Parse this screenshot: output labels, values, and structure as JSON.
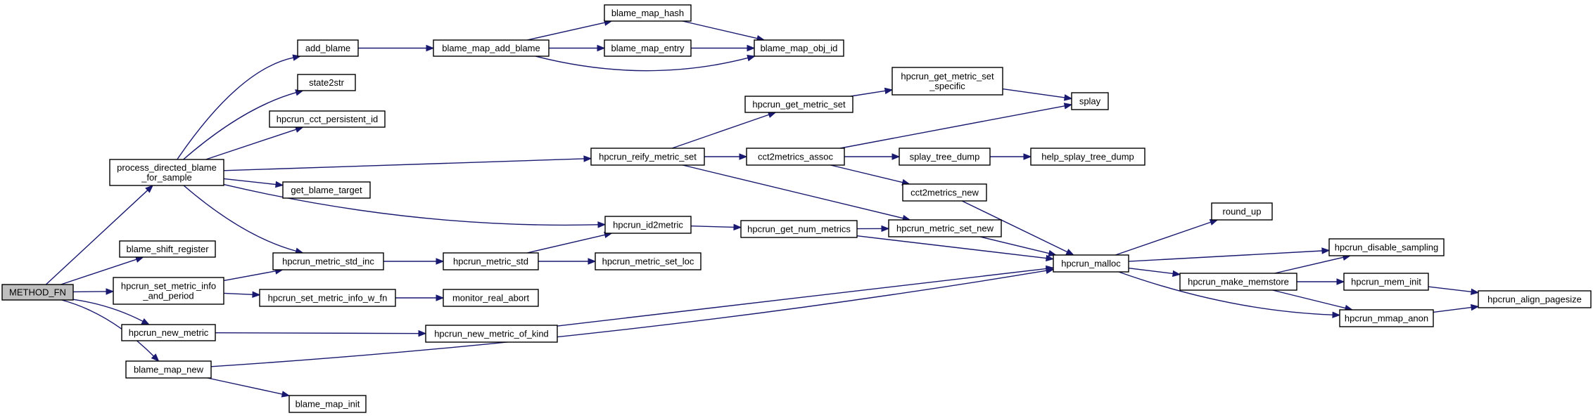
{
  "colors": {
    "edge": "#191970",
    "root_fill": "#bfbfbf",
    "node_fill": "#ffffff",
    "border": "#000000"
  },
  "nodes": [
    {
      "id": "root",
      "lines": [
        "METHOD_FN"
      ]
    },
    {
      "id": "pdbfs",
      "lines": [
        "process_directed_blame",
        "_for_sample"
      ]
    },
    {
      "id": "bsr",
      "lines": [
        "blame_shift_register"
      ]
    },
    {
      "id": "hsmip",
      "lines": [
        "hpcrun_set_metric_info",
        "_and_period"
      ]
    },
    {
      "id": "hnm",
      "lines": [
        "hpcrun_new_metric"
      ]
    },
    {
      "id": "bmn",
      "lines": [
        "blame_map_new"
      ]
    },
    {
      "id": "ab",
      "lines": [
        "add_blame"
      ]
    },
    {
      "id": "s2s",
      "lines": [
        "state2str"
      ]
    },
    {
      "id": "hccpi",
      "lines": [
        "hpcrun_cct_persistent_id"
      ]
    },
    {
      "id": "gbt",
      "lines": [
        "get_blame_target"
      ]
    },
    {
      "id": "hmsi",
      "lines": [
        "hpcrun_metric_std_inc"
      ]
    },
    {
      "id": "hsmiwf",
      "lines": [
        "hpcrun_set_metric_info_w_fn"
      ]
    },
    {
      "id": "bmi",
      "lines": [
        "blame_map_init"
      ]
    },
    {
      "id": "bmab",
      "lines": [
        "blame_map_add_blame"
      ]
    },
    {
      "id": "bmh",
      "lines": [
        "blame_map_hash"
      ]
    },
    {
      "id": "bme",
      "lines": [
        "blame_map_entry"
      ]
    },
    {
      "id": "bmoi",
      "lines": [
        "blame_map_obj_id"
      ]
    },
    {
      "id": "hrms",
      "lines": [
        "hpcrun_reify_metric_set"
      ]
    },
    {
      "id": "hid2",
      "lines": [
        "hpcrun_id2metric"
      ]
    },
    {
      "id": "hms",
      "lines": [
        "hpcrun_metric_std"
      ]
    },
    {
      "id": "mra",
      "lines": [
        "monitor_real_abort"
      ]
    },
    {
      "id": "hnmok",
      "lines": [
        "hpcrun_new_metric_of_kind"
      ]
    },
    {
      "id": "hgms",
      "lines": [
        "hpcrun_get_metric_set"
      ]
    },
    {
      "id": "hgmss",
      "lines": [
        "hpcrun_get_metric_set",
        "_specific"
      ]
    },
    {
      "id": "c2ma",
      "lines": [
        "cct2metrics_assoc"
      ]
    },
    {
      "id": "hgnm",
      "lines": [
        "hpcrun_get_num_metrics"
      ]
    },
    {
      "id": "hmsl",
      "lines": [
        "hpcrun_metric_set_loc"
      ]
    },
    {
      "id": "splay",
      "lines": [
        "splay"
      ]
    },
    {
      "id": "std",
      "lines": [
        "splay_tree_dump"
      ]
    },
    {
      "id": "hstd",
      "lines": [
        "help_splay_tree_dump"
      ]
    },
    {
      "id": "c2mn",
      "lines": [
        "cct2metrics_new"
      ]
    },
    {
      "id": "hmsn",
      "lines": [
        "hpcrun_metric_set_new"
      ]
    },
    {
      "id": "hmalloc",
      "lines": [
        "hpcrun_malloc"
      ]
    },
    {
      "id": "rup",
      "lines": [
        "round_up"
      ]
    },
    {
      "id": "hds",
      "lines": [
        "hpcrun_disable_sampling"
      ]
    },
    {
      "id": "hmm",
      "lines": [
        "hpcrun_make_memstore"
      ]
    },
    {
      "id": "hmi",
      "lines": [
        "hpcrun_mem_init"
      ]
    },
    {
      "id": "hma",
      "lines": [
        "hpcrun_mmap_anon"
      ]
    },
    {
      "id": "hap",
      "lines": [
        "hpcrun_align_pagesize"
      ]
    }
  ],
  "edges": [
    [
      "root",
      "pdbfs"
    ],
    [
      "root",
      "bsr"
    ],
    [
      "root",
      "hsmip"
    ],
    [
      "root",
      "hnm"
    ],
    [
      "root",
      "bmn"
    ],
    [
      "pdbfs",
      "ab"
    ],
    [
      "pdbfs",
      "s2s"
    ],
    [
      "pdbfs",
      "hccpi"
    ],
    [
      "pdbfs",
      "gbt"
    ],
    [
      "pdbfs",
      "hmsi"
    ],
    [
      "pdbfs",
      "hrms"
    ],
    [
      "pdbfs",
      "hid2"
    ],
    [
      "ab",
      "bmab"
    ],
    [
      "bmab",
      "bmh"
    ],
    [
      "bmab",
      "bme"
    ],
    [
      "bmab",
      "bmoi"
    ],
    [
      "bmh",
      "bmoi"
    ],
    [
      "bme",
      "bmoi"
    ],
    [
      "hsmip",
      "hmsi"
    ],
    [
      "hsmip",
      "hsmiwf"
    ],
    [
      "hsmiwf",
      "mra"
    ],
    [
      "hnm",
      "hnmok"
    ],
    [
      "hnmok",
      "hmalloc"
    ],
    [
      "bmn",
      "bmi"
    ],
    [
      "bmn",
      "hmalloc"
    ],
    [
      "hmsi",
      "hms"
    ],
    [
      "hms",
      "hid2"
    ],
    [
      "hms",
      "hmsl"
    ],
    [
      "hid2",
      "hgnm"
    ],
    [
      "hgnm",
      "hmsn"
    ],
    [
      "hgnm",
      "hmalloc"
    ],
    [
      "hrms",
      "hgms"
    ],
    [
      "hrms",
      "c2ma"
    ],
    [
      "hrms",
      "hmsn"
    ],
    [
      "hgms",
      "hgmss"
    ],
    [
      "hgmss",
      "splay"
    ],
    [
      "c2ma",
      "splay"
    ],
    [
      "c2ma",
      "std"
    ],
    [
      "c2ma",
      "c2mn"
    ],
    [
      "std",
      "hstd"
    ],
    [
      "c2mn",
      "hmalloc"
    ],
    [
      "hmsn",
      "hmalloc"
    ],
    [
      "hmalloc",
      "rup"
    ],
    [
      "hmalloc",
      "hds"
    ],
    [
      "hmalloc",
      "hmm"
    ],
    [
      "hmalloc",
      "hma"
    ],
    [
      "hmm",
      "hds"
    ],
    [
      "hmm",
      "hmi"
    ],
    [
      "hmm",
      "hma"
    ],
    [
      "hmi",
      "hap"
    ],
    [
      "hma",
      "hap"
    ]
  ]
}
